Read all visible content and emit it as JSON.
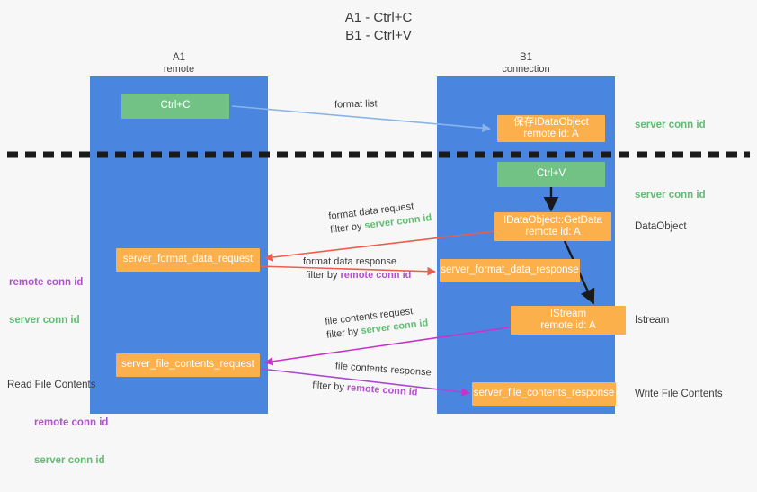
{
  "title": {
    "line1": "A1 - Ctrl+C",
    "line2": "B1 - Ctrl+V"
  },
  "colors": {
    "background": "#f7f7f7",
    "lane": "#4a86e0",
    "node_green": "#72c285",
    "node_orange": "#fbb04c",
    "text_green": "#5fbd72",
    "text_purple": "#b44fd0",
    "arrow_blue": "#8ab4e8",
    "arrow_red": "#ef5b4c",
    "arrow_magenta": "#c832c8",
    "arrow_dark": "#1a1a1a",
    "divider": "#1a1a1a"
  },
  "lanes": [
    {
      "id": "a1",
      "title": "A1",
      "subtitle": "remote"
    },
    {
      "id": "b1",
      "title": "B1",
      "subtitle": "connection"
    }
  ],
  "nodes": [
    {
      "id": "ctrl-c",
      "label_line1": "Ctrl+C",
      "label_line2": "",
      "style": "green"
    },
    {
      "id": "save-idataobject",
      "label_line1": "保存IDataObject",
      "label_line2": "remote id: A",
      "style": "orange"
    },
    {
      "id": "ctrl-v",
      "label_line1": "Ctrl+V",
      "label_line2": "",
      "style": "green"
    },
    {
      "id": "getdata",
      "label_line1": "IDataObject::GetData",
      "label_line2": "remote id: A",
      "style": "orange"
    },
    {
      "id": "server-format-data-request",
      "label_line1": "server_format_data_request",
      "label_line2": "",
      "style": "orange"
    },
    {
      "id": "server-format-data-response",
      "label_line1": "server_format_data_response",
      "label_line2": "",
      "style": "orange"
    },
    {
      "id": "istream",
      "label_line1": "IStream",
      "label_line2": "remote id: A",
      "style": "orange"
    },
    {
      "id": "server-file-contents-request",
      "label_line1": "server_file_contents_request",
      "label_line2": "",
      "style": "orange"
    },
    {
      "id": "server-file-contents-response",
      "label_line1": "server_file_contents_response",
      "label_line2": "",
      "style": "orange"
    }
  ],
  "right_labels": [
    {
      "id": "server-conn-id-1",
      "text": "server conn id",
      "kind": "green"
    },
    {
      "id": "server-conn-id-2",
      "text": "server conn id",
      "kind": "green"
    },
    {
      "id": "dataobject",
      "text": "DataObject",
      "kind": "plain"
    },
    {
      "id": "istream",
      "text": "Istream",
      "kind": "plain"
    },
    {
      "id": "write-file-contents",
      "text": "Write File Contents",
      "kind": "plain"
    }
  ],
  "left_labels": [
    {
      "id": "conn-ids-format",
      "line1": "remote conn id",
      "line2": "server conn id"
    },
    {
      "id": "read-file-contents",
      "title": "Read File Contents",
      "line1": "remote conn id",
      "line2": "server conn id"
    }
  ],
  "edge_labels": [
    {
      "id": "format-list",
      "line1": "format list",
      "line2": "",
      "highlight": ""
    },
    {
      "id": "format-data-request",
      "line1": "format data request",
      "line2_prefix": "filter by ",
      "line2_hl": "server conn id",
      "hl_kind": "green"
    },
    {
      "id": "format-data-response",
      "line1": "format data response",
      "line2_prefix": "filter by ",
      "line2_hl": "remote conn id",
      "hl_kind": "purple"
    },
    {
      "id": "file-contents-request",
      "line1": "file contents request",
      "line2_prefix": "filter by ",
      "line2_hl": "server conn id",
      "hl_kind": "green"
    },
    {
      "id": "file-contents-response",
      "line1": "file contents response",
      "line2_prefix": "filter by ",
      "line2_hl": "remote conn id",
      "hl_kind": "purple"
    }
  ]
}
